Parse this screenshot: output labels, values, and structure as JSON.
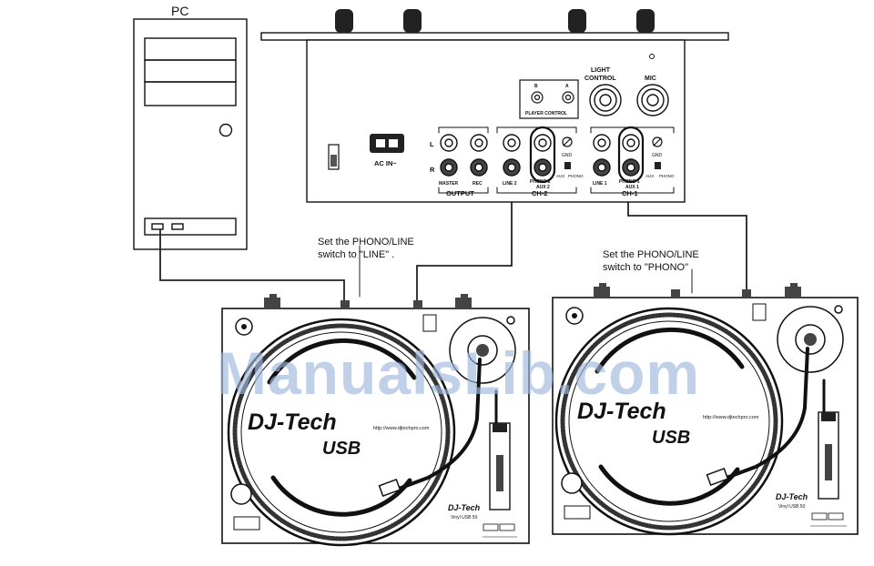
{
  "pc": {
    "label": "PC"
  },
  "mixer": {
    "ac_label": "AC IN~",
    "output_label": "OUTPUT",
    "master_label": "MASTER",
    "rec_label": "REC",
    "l_label": "L",
    "r_label": "R",
    "ch2_label": "CH-2",
    "ch1_label": "CH-1",
    "line2_label": "LINE 2",
    "line1_label": "LINE 1",
    "phono2_label": "PHONO 2",
    "aux2_label": "AUX 2",
    "phono1_label": "PHONO 1",
    "aux1_label": "AUX 1",
    "gnd_label": "GND",
    "aux_label": "AUX",
    "phono_label": "PHONO",
    "player_control_label": "PLAYER CONTROL",
    "b_label": "B",
    "a_label": "A",
    "light_control_label_1": "LIGHT",
    "light_control_label_2": "CONTROL",
    "mic_label": "MIC"
  },
  "notes": {
    "left_line1": "Set the PHONO/LINE",
    "left_line2": "switch to \"LINE\" .",
    "right_line1": "Set the PHONO/LINE",
    "right_line2": "switch to \"PHONO\""
  },
  "turntable": {
    "brand": "DJ-Tech",
    "usb": "USB",
    "url": "http://www.djtechpro.com",
    "small_brand": "DJ-Tech",
    "small_sub": "Vinyl USB 50"
  },
  "watermark": "ManualsLib.com"
}
